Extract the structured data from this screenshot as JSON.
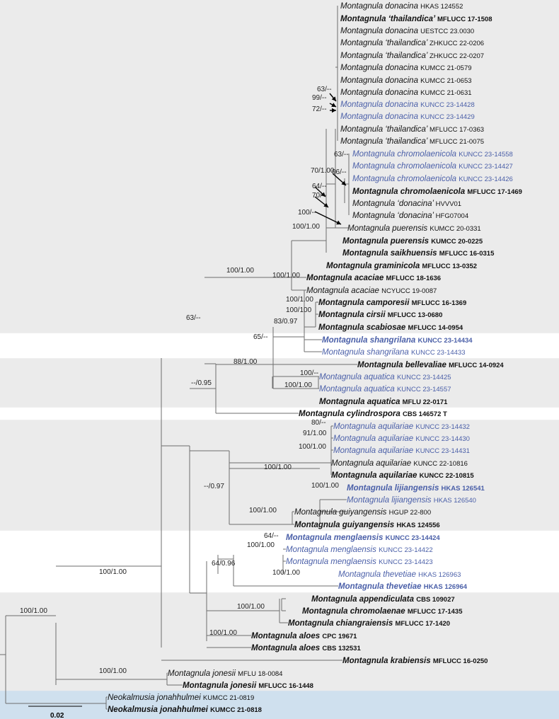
{
  "taxa": [
    {
      "genus": "Montagnula",
      "epithet": "donacina",
      "strain": "HKAS 124552",
      "bold": false,
      "blue": false
    },
    {
      "genus": "Montagnula",
      "epithet": "‘thailandica’",
      "strain": "MFLUCC 17-1508",
      "bold": true,
      "blue": false
    },
    {
      "genus": "Montagnula",
      "epithet": "donacina",
      "strain": "UESTCC 23.0030",
      "bold": false,
      "blue": false
    },
    {
      "genus": "Montagnula",
      "epithet": "‘thailandica’",
      "strain": "ZHKUCC 22-0206",
      "bold": false,
      "blue": false
    },
    {
      "genus": "Montagnula",
      "epithet": "‘thailandica’",
      "strain": "ZHKUCC 22-0207",
      "bold": false,
      "blue": false
    },
    {
      "genus": "Montagnula",
      "epithet": "donacina",
      "strain": "KUMCC 21-0579",
      "bold": false,
      "blue": false
    },
    {
      "genus": "Montagnula",
      "epithet": "donacina",
      "strain": "KUMCC 21-0653",
      "bold": false,
      "blue": false
    },
    {
      "genus": "Montagnula",
      "epithet": "donacina",
      "strain": "KUMCC 21-0631",
      "bold": false,
      "blue": false
    },
    {
      "genus": "Montagnula",
      "epithet": "donacina",
      "strain": "KUNCC 23-14428",
      "bold": false,
      "blue": true
    },
    {
      "genus": "Montagnula",
      "epithet": "donacina",
      "strain": "KUNCC 23-14429",
      "bold": false,
      "blue": true
    },
    {
      "genus": "Montagnula",
      "epithet": "‘thailandica’",
      "strain": "MFLUCC 17-0363",
      "bold": false,
      "blue": false
    },
    {
      "genus": "Montagnula",
      "epithet": "‘thailandica’",
      "strain": "MFLUCC 21-0075",
      "bold": false,
      "blue": false
    },
    {
      "genus": "Montagnula",
      "epithet": "chromolaenicola",
      "strain": "KUNCC 23-14558",
      "bold": false,
      "blue": true
    },
    {
      "genus": "Montagnula",
      "epithet": "chromolaenicola",
      "strain": "KUNCC 23-14427",
      "bold": false,
      "blue": true
    },
    {
      "genus": "Montagnula",
      "epithet": "chromolaenicola",
      "strain": "KUNCC 23-14426",
      "bold": false,
      "blue": true
    },
    {
      "genus": "Montagnula",
      "epithet": "chromolaenicola",
      "strain": "MFLUCC 17-1469",
      "bold": true,
      "blue": false
    },
    {
      "genus": "Montagnula",
      "epithet": "‘donacina’",
      "strain": "HVVV01",
      "bold": false,
      "blue": false
    },
    {
      "genus": "Montagnula",
      "epithet": "‘donacina’",
      "strain": "HFG07004",
      "bold": false,
      "blue": false
    },
    {
      "genus": "Montagnula",
      "epithet": "puerensis",
      "strain": "KUMCC 20-0331",
      "bold": false,
      "blue": false
    },
    {
      "genus": "Montagnula",
      "epithet": "puerensis",
      "strain": "KUMCC 20-0225",
      "bold": true,
      "blue": false
    },
    {
      "genus": "Montagnula",
      "epithet": "saikhuensis",
      "strain": "MFLUCC 16-0315",
      "bold": true,
      "blue": false
    },
    {
      "genus": "Montagnula",
      "epithet": "graminicola",
      "strain": "MFLUCC 13-0352",
      "bold": true,
      "blue": false
    },
    {
      "genus": "Montagnula",
      "epithet": "acaciae",
      "strain": "MFLUCC 18-1636",
      "bold": true,
      "blue": false
    },
    {
      "genus": "Montagnula",
      "epithet": "acaciae",
      "strain": "NCYUCC 19-0087",
      "bold": false,
      "blue": false
    },
    {
      "genus": "Montagnula",
      "epithet": "camporesii",
      "strain": "MFLUCC 16-1369",
      "bold": true,
      "blue": false
    },
    {
      "genus": "Montagnula",
      "epithet": "cirsii",
      "strain": "MFLUCC 13-0680",
      "bold": true,
      "blue": false
    },
    {
      "genus": "Montagnula",
      "epithet": "scabiosae",
      "strain": "MFLUCC 14-0954",
      "bold": true,
      "blue": false
    },
    {
      "genus": "Montagnula",
      "epithet": "shangrilana",
      "strain": "KUNCC 23-14434",
      "bold": true,
      "blue": true
    },
    {
      "genus": "Montagnula",
      "epithet": "shangrilana",
      "strain": "KUNCC 23-14433",
      "bold": false,
      "blue": true
    },
    {
      "genus": "Montagnula",
      "epithet": "bellevaliae",
      "strain": "MFLUCC 14-0924",
      "bold": true,
      "blue": false
    },
    {
      "genus": "Montagnula",
      "epithet": "aquatica",
      "strain": "KUNCC 23-14425",
      "bold": false,
      "blue": true
    },
    {
      "genus": "Montagnula",
      "epithet": "aquatica",
      "strain": "KUNCC 23-14557",
      "bold": false,
      "blue": true
    },
    {
      "genus": "Montagnula",
      "epithet": "aquatica",
      "strain": "MFLU 22-0171",
      "bold": true,
      "blue": false
    },
    {
      "genus": "Montagnula",
      "epithet": "cylindrospora",
      "strain": "CBS 146572 T",
      "bold": true,
      "blue": false
    },
    {
      "genus": "Montagnula",
      "epithet": "aquilariae",
      "strain": "KUNCC 23-14432",
      "bold": false,
      "blue": true
    },
    {
      "genus": "Montagnula",
      "epithet": "aquilariae",
      "strain": "KUNCC 23-14430",
      "bold": false,
      "blue": true
    },
    {
      "genus": "Montagnula",
      "epithet": "aquilariae",
      "strain": "KUNCC 23-14431",
      "bold": false,
      "blue": true
    },
    {
      "genus": "Montagnula",
      "epithet": "aquilariae",
      "strain": "KUNCC 22-10816",
      "bold": false,
      "blue": false
    },
    {
      "genus": "Montagnula",
      "epithet": "aquilariae",
      "strain": "KUNCC 22-10815",
      "bold": true,
      "blue": false
    },
    {
      "genus": "Montagnula",
      "epithet": "lijiangensis",
      "strain": "HKAS 126541",
      "bold": true,
      "blue": true
    },
    {
      "genus": "Montagnula",
      "epithet": "lijiangensis",
      "strain": "HKAS 126540",
      "bold": false,
      "blue": true
    },
    {
      "genus": "Montagnula",
      "epithet": "guiyangensis",
      "strain": "HGUP 22-800",
      "bold": false,
      "blue": false
    },
    {
      "genus": "Montagnula",
      "epithet": "guiyangensis",
      "strain": "HKAS 124556",
      "bold": true,
      "blue": false
    },
    {
      "genus": "Montagnula",
      "epithet": "menglaensis",
      "strain": "KUNCC 23-14424",
      "bold": true,
      "blue": true
    },
    {
      "genus": "Montagnula",
      "epithet": "menglaensis",
      "strain": "KUNCC 23-14422",
      "bold": false,
      "blue": true
    },
    {
      "genus": "Montagnula",
      "epithet": "menglaensis",
      "strain": "KUNCC 23-14423",
      "bold": false,
      "blue": true
    },
    {
      "genus": "Montagnula",
      "epithet": "thevetiae",
      "strain": "HKAS 126963",
      "bold": false,
      "blue": true
    },
    {
      "genus": "Montagnula",
      "epithet": "thevetiae",
      "strain": "HKAS 126964",
      "bold": true,
      "blue": true
    },
    {
      "genus": "Montagnula",
      "epithet": "appendiculata",
      "strain": "CBS 109027",
      "bold": true,
      "blue": false
    },
    {
      "genus": "Montagnula",
      "epithet": "chromolaenae",
      "strain": "MFLUCC 17-1435",
      "bold": true,
      "blue": false
    },
    {
      "genus": "Montagnula",
      "epithet": "chiangraiensis",
      "strain": "MFLUCC 17-1420",
      "bold": true,
      "blue": false
    },
    {
      "genus": "Montagnula",
      "epithet": "aloes",
      "strain": "CPC 19671",
      "bold": true,
      "blue": false
    },
    {
      "genus": "Montagnula",
      "epithet": "aloes",
      "strain": "CBS 132531",
      "bold": true,
      "blue": false
    },
    {
      "genus": "Montagnula",
      "epithet": "krabiensis",
      "strain": "MFLUCC 16-0250",
      "bold": true,
      "blue": false
    },
    {
      "genus": "Montagnula",
      "epithet": "jonesii",
      "strain": "MFLU 18-0084",
      "bold": false,
      "blue": false
    },
    {
      "genus": "Montagnula",
      "epithet": "jonesii",
      "strain": "MFLUCC 16-1448",
      "bold": true,
      "blue": false
    },
    {
      "genus": "Neokalmusia",
      "epithet": "jonahhulmei",
      "strain": "KUMCC 21-0819",
      "bold": false,
      "blue": false
    },
    {
      "genus": "Neokalmusia",
      "epithet": "jonahhulmei",
      "strain": "KUMCC 21-0818",
      "bold": true,
      "blue": false
    }
  ],
  "support_values": [
    "63/--",
    "99/--",
    "72/--",
    "63/--",
    "96/--",
    "70/1.00",
    "64/--",
    "70/--",
    "100/--",
    "100/1.00",
    "100/1.00",
    "100/1.00",
    "100/1.00",
    "100/100",
    "83/0.97",
    "65/--",
    "63/--",
    "88/1.00",
    "--/0.95",
    "100/--",
    "100/1.00",
    "80/--",
    "91/1.00",
    "100/1.00",
    "100/1.00",
    "100/1.00",
    "--/0.97",
    "100/1.00",
    "64/--",
    "100/1.00",
    "64/0.96",
    "100/1.00",
    "100/1.00",
    "100/1.00",
    "100/1.00",
    "100/1.00",
    "100/1.00"
  ],
  "scale_bar": {
    "label": "0.02"
  },
  "colors": {
    "new_isolate": "#4a5fa8",
    "clade_shade": "#ebebeb",
    "outgroup_shade": "#cfe0ee",
    "branch": "#6e6e6e"
  }
}
